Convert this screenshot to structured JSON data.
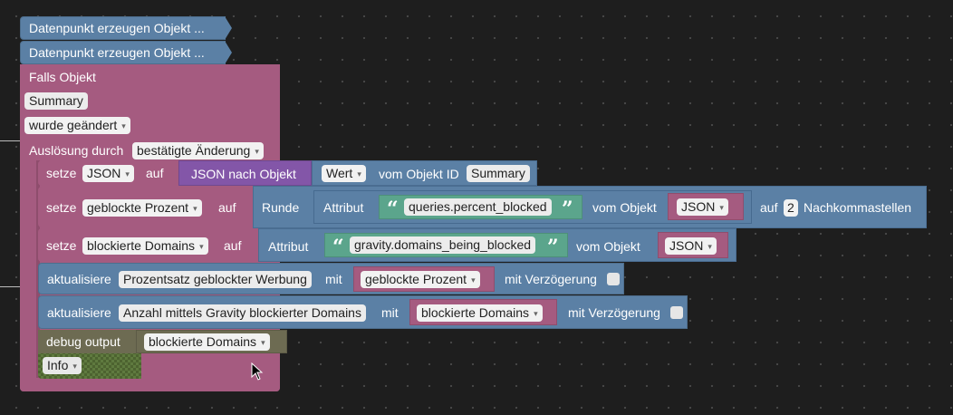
{
  "header_blocks": [
    {
      "label": "Datenpunkt erzeugen Objekt ..."
    },
    {
      "label": "Datenpunkt erzeugen Objekt ..."
    }
  ],
  "trigger": {
    "title": "Falls Objekt",
    "object": "Summary",
    "condition": "wurde geändert",
    "trigger_label": "Auslösung durch",
    "trigger_value": "bestätigte Änderung"
  },
  "rows": {
    "set_json": {
      "setze": "setze",
      "var": "JSON",
      "auf": "auf",
      "func": "JSON nach Objekt",
      "wert": "Wert",
      "vom": "vom Objekt ID",
      "id": "Summary"
    },
    "set_percent": {
      "setze": "setze",
      "var": "geblockte Prozent",
      "auf": "auf",
      "runde": "Runde",
      "attribut": "Attribut",
      "attr_value": "queries.percent_blocked",
      "vom": "vom Objekt",
      "obj": "JSON",
      "auf2": "auf",
      "digits": "2",
      "nachkomma": "Nachkommastellen"
    },
    "set_domains": {
      "setze": "setze",
      "var": "blockierte Domains",
      "auf": "auf",
      "attribut": "Attribut",
      "attr_value": "gravity.domains_being_blocked",
      "vom": "vom Objekt",
      "obj": "JSON"
    },
    "update_percent": {
      "aktualisiere": "aktualisiere",
      "target": "Prozentsatz geblockter Werbung",
      "mit": "mit",
      "value": "geblockte Prozent",
      "delay": "mit Verzögerung"
    },
    "update_domains": {
      "aktualisiere": "aktualisiere",
      "target": "Anzahl mittels Gravity blockierter Domains",
      "mit": "mit",
      "value": "blockierte Domains",
      "delay": "mit Verzögerung"
    },
    "debug": {
      "label": "debug output",
      "value": "blockierte Domains",
      "level": "Info"
    }
  },
  "colors": {
    "background": "#1e1e1e",
    "data_block": "#5b80a5",
    "event_block": "#a55b80",
    "object_block": "#8356a8",
    "text_block": "#5ba58c",
    "debug_block": "#6d6b52"
  },
  "icons": {
    "dropdown": "▾",
    "quote_open": "“",
    "quote_close": "”"
  }
}
